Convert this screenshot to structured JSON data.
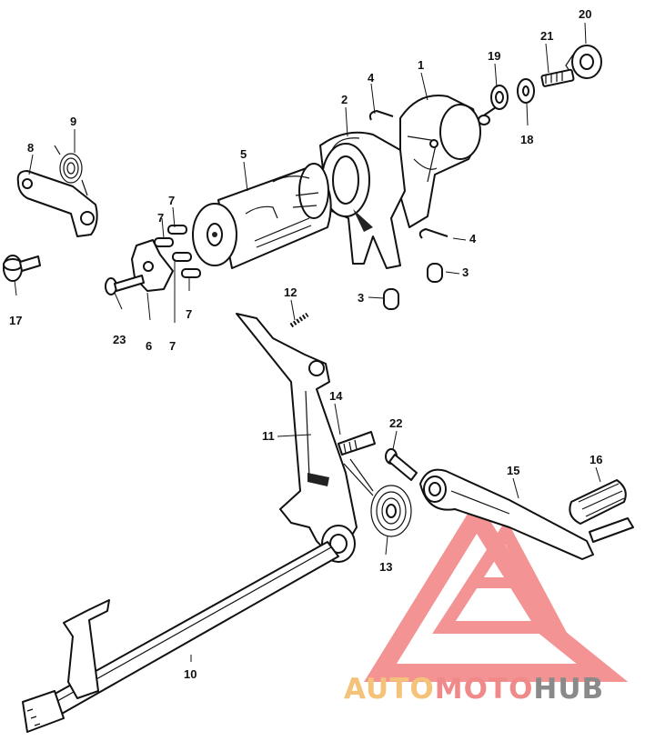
{
  "callouts": [
    {
      "id": "c1",
      "text": "1"
    },
    {
      "id": "c2",
      "text": "2"
    },
    {
      "id": "c3a",
      "text": "3"
    },
    {
      "id": "c3b",
      "text": "3"
    },
    {
      "id": "c4a",
      "text": "4"
    },
    {
      "id": "c4b",
      "text": "4"
    },
    {
      "id": "c5",
      "text": "5"
    },
    {
      "id": "c6",
      "text": "6"
    },
    {
      "id": "c7a",
      "text": "7"
    },
    {
      "id": "c7b",
      "text": "7"
    },
    {
      "id": "c7c",
      "text": "7"
    },
    {
      "id": "c7d",
      "text": "7"
    },
    {
      "id": "c8",
      "text": "8"
    },
    {
      "id": "c9",
      "text": "9"
    },
    {
      "id": "c10",
      "text": "10"
    },
    {
      "id": "c11",
      "text": "11"
    },
    {
      "id": "c12",
      "text": "12"
    },
    {
      "id": "c13",
      "text": "13"
    },
    {
      "id": "c14",
      "text": "14"
    },
    {
      "id": "c15",
      "text": "15"
    },
    {
      "id": "c16",
      "text": "16"
    },
    {
      "id": "c17",
      "text": "17"
    },
    {
      "id": "c18",
      "text": "18"
    },
    {
      "id": "c19",
      "text": "19"
    },
    {
      "id": "c20",
      "text": "20"
    },
    {
      "id": "c21",
      "text": "21"
    },
    {
      "id": "c22",
      "text": "22"
    },
    {
      "id": "c23",
      "text": "23"
    }
  ],
  "watermark": {
    "part1": "AUTO",
    "part2": "MOTO",
    "part3": "HUB",
    "color_auto": "#f5c27a",
    "color_moto": "#f08a8a",
    "color_hub": "#8a8a8a",
    "color_logo": "#f07070"
  }
}
